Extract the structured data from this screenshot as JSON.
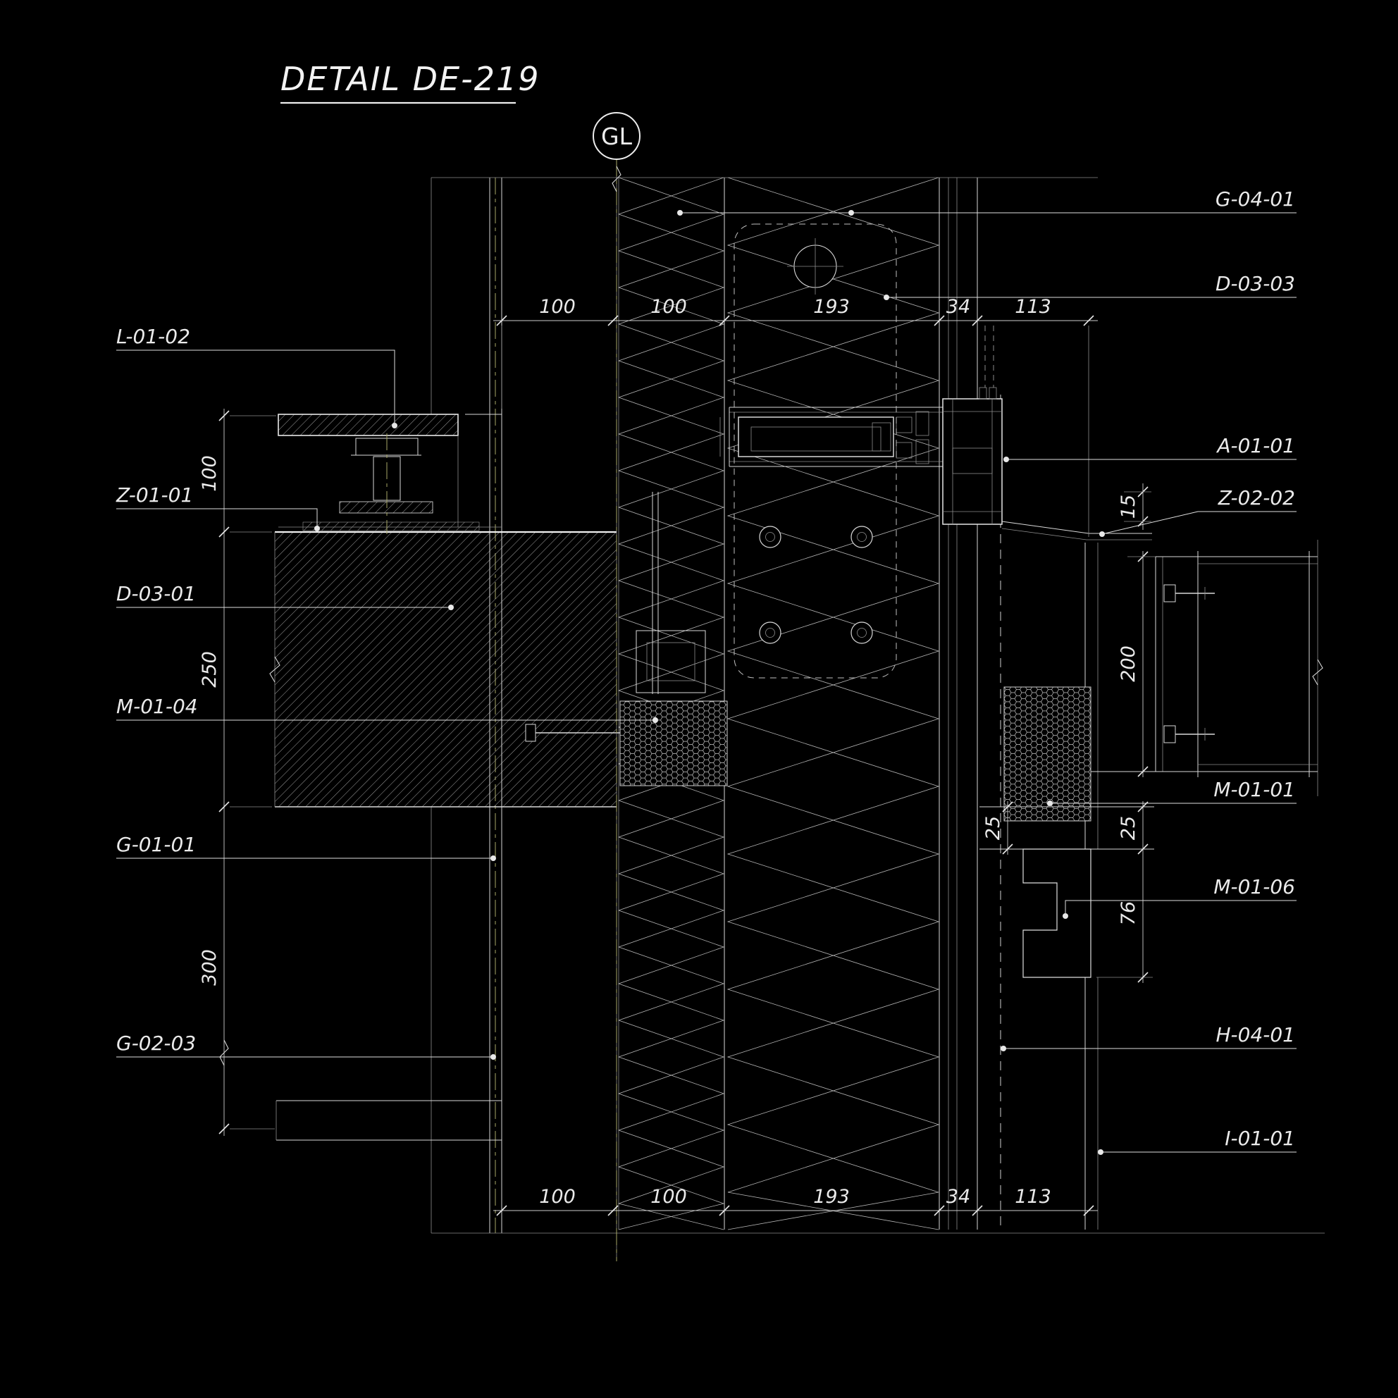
{
  "title": "DETAIL DE-219",
  "grid_marker": {
    "label": "GL"
  },
  "dims": {
    "top": [
      "100",
      "100",
      "193",
      "34",
      "113"
    ],
    "bottom": [
      "100",
      "100",
      "193",
      "34",
      "113"
    ],
    "left": [
      "100",
      "250",
      "300"
    ],
    "right": [
      "15",
      "200",
      "25",
      "25",
      "76"
    ]
  },
  "callouts": {
    "left": [
      "L-01-02",
      "Z-01-01",
      "D-03-01",
      "M-01-04",
      "G-01-01",
      "G-02-03"
    ],
    "right": [
      "G-04-01",
      "D-03-03",
      "A-01-01",
      "Z-02-02",
      "M-01-01",
      "M-01-06",
      "H-04-01",
      "I-01-01"
    ]
  },
  "colors": {
    "background": "#000000",
    "line": "#d9d9d9",
    "centerline": "#a9a968"
  }
}
